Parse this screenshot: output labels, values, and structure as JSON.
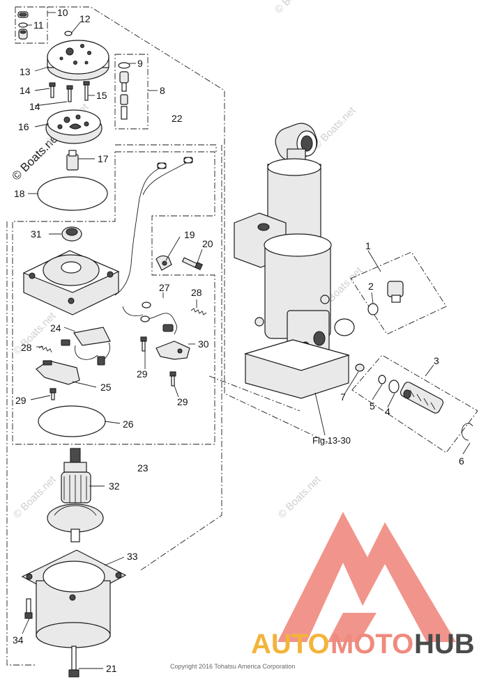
{
  "callouts": {
    "c1": "1",
    "c2": "2",
    "c3": "3",
    "c4": "4",
    "c5": "5",
    "c6": "6",
    "c7": "7",
    "c8": "8",
    "c9": "9",
    "c10": "10",
    "c11": "11",
    "c12": "12",
    "c13": "13",
    "c14a": "14",
    "c14b": "14",
    "c15": "15",
    "c16": "16",
    "c17": "17",
    "c18": "18",
    "c19": "19",
    "c20": "20",
    "c21": "21",
    "c22": "22",
    "c23": "23",
    "c24": "24",
    "c25": "25",
    "c26": "26",
    "c27": "27",
    "c28a": "28",
    "c28b": "28",
    "c29a": "29",
    "c29b": "29",
    "c29c": "29",
    "c30": "30",
    "c31": "31",
    "c32": "32",
    "c33": "33",
    "c34": "34"
  },
  "figure_reference": "Fig.13-30",
  "watermark_text": "© Boats.net",
  "copyright": "Copyright 2016 Tohatsu America Corporation",
  "logo": {
    "auto": "AUTO",
    "moto": "MOTO",
    "hub": "HUB"
  },
  "colors": {
    "logo_triangle": "#f08a80",
    "logo_auto": "#f3b43a",
    "logo_moto": "#ef8a7e",
    "logo_hub": "#4a4a4a"
  }
}
